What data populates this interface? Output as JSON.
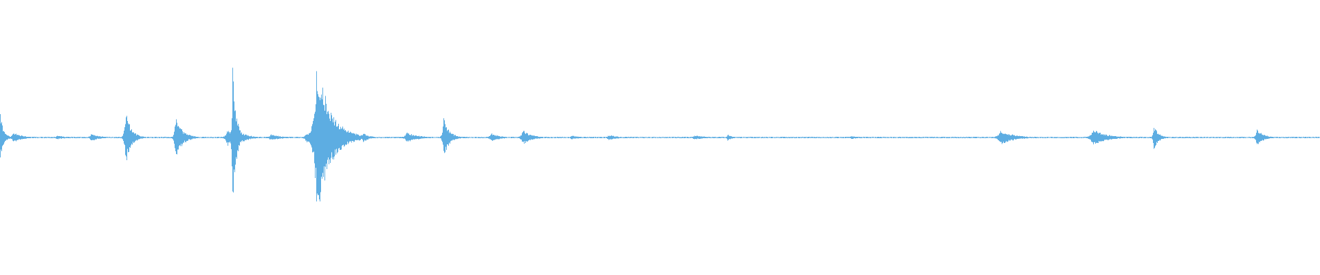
{
  "waveform": {
    "color": "#5dade2",
    "background": "#ffffff",
    "bursts": [
      {
        "t": 0.0,
        "amp": 0.22,
        "width": 0.0015
      },
      {
        "t": 0.01,
        "amp": 0.05,
        "width": 0.004
      },
      {
        "t": 0.043,
        "amp": 0.02,
        "width": 0.004
      },
      {
        "t": 0.069,
        "amp": 0.035,
        "width": 0.004
      },
      {
        "t": 0.095,
        "amp": 0.26,
        "width": 0.0025
      },
      {
        "t": 0.133,
        "amp": 0.25,
        "width": 0.0025
      },
      {
        "t": 0.14,
        "amp": 0.05,
        "width": 0.003
      },
      {
        "t": 0.172,
        "amp": 0.08,
        "width": 0.004
      },
      {
        "t": 0.176,
        "amp": 0.74,
        "width": 0.0015
      },
      {
        "t": 0.178,
        "amp": 0.1,
        "width": 0.004
      },
      {
        "t": 0.205,
        "amp": 0.03,
        "width": 0.005
      },
      {
        "t": 0.232,
        "amp": 0.05,
        "width": 0.004
      },
      {
        "t": 0.24,
        "amp": 0.75,
        "width": 0.006
      },
      {
        "t": 0.252,
        "amp": 0.04,
        "width": 0.004
      },
      {
        "t": 0.275,
        "amp": 0.05,
        "width": 0.0025
      },
      {
        "t": 0.308,
        "amp": 0.05,
        "width": 0.005
      },
      {
        "t": 0.336,
        "amp": 0.2,
        "width": 0.0025
      },
      {
        "t": 0.372,
        "amp": 0.04,
        "width": 0.004
      },
      {
        "t": 0.396,
        "amp": 0.07,
        "width": 0.004
      },
      {
        "t": 0.433,
        "amp": 0.02,
        "width": 0.004
      },
      {
        "t": 0.461,
        "amp": 0.025,
        "width": 0.004
      },
      {
        "t": 0.526,
        "amp": 0.02,
        "width": 0.006
      },
      {
        "t": 0.551,
        "amp": 0.03,
        "width": 0.002
      },
      {
        "t": 0.645,
        "amp": 0.015,
        "width": 0.004
      },
      {
        "t": 0.758,
        "amp": 0.07,
        "width": 0.006
      },
      {
        "t": 0.828,
        "amp": 0.08,
        "width": 0.006
      },
      {
        "t": 0.874,
        "amp": 0.12,
        "width": 0.002
      },
      {
        "t": 0.952,
        "amp": 0.08,
        "width": 0.003
      }
    ],
    "noise_floor": 0.006,
    "seed": 7
  }
}
